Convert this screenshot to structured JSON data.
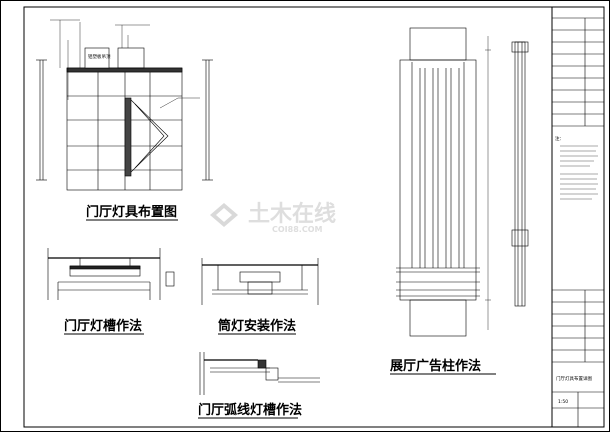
{
  "drawing": {
    "captions": {
      "lobby_light_layout": "门厅灯具布置图",
      "lobby_light_trough": "门厅灯槽作法",
      "downlight_install": "筒灯安装作法",
      "lobby_arc_trough": "门厅弧线灯槽作法",
      "showroom_ad_column": "展厅广告柱作法"
    },
    "plan_label": "铝塑板吊顶",
    "watermark": {
      "brand": "土木在线",
      "domain": "COI88.COM"
    },
    "notes_label": "注：",
    "title_block": {
      "drawing_title": "门厅灯具布置详图",
      "scale": "1:50"
    },
    "colors": {
      "line": "#000000",
      "thin": "#333333",
      "watermark": "#c8c8c8"
    }
  }
}
